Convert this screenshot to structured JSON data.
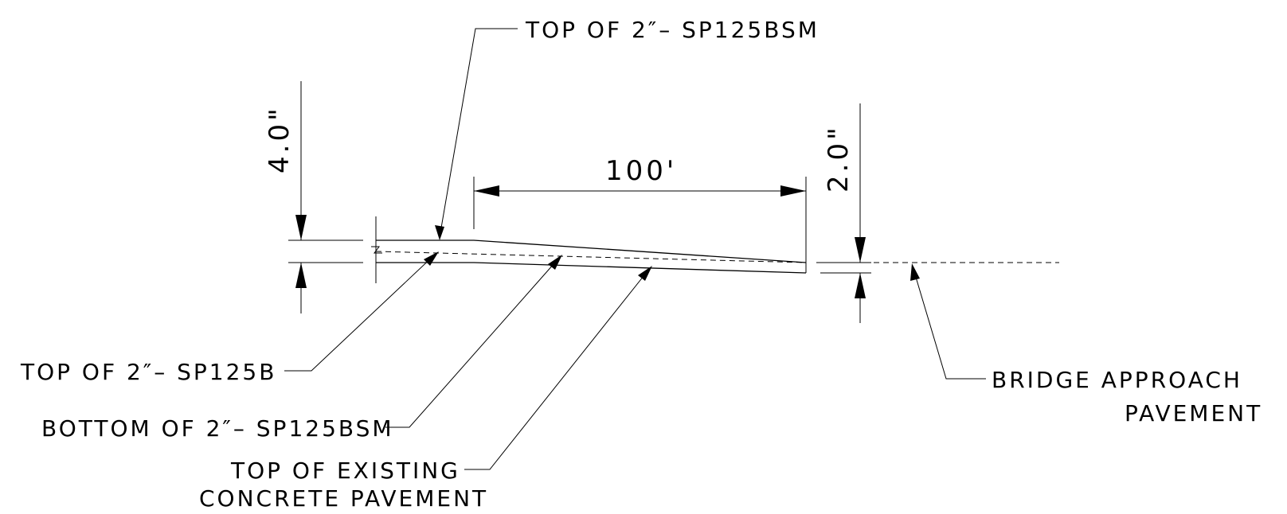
{
  "labels": {
    "top_sp125bsm": "TOP OF 2″– SP125BSM",
    "top_sp125b": "TOP OF 2″– SP125B",
    "bottom_sp125bsm": "BOTTOM OF 2″– SP125BSM",
    "existing_line1": "TOP OF EXISTING",
    "existing_line2": "CONCRETE PAVEMENT",
    "bridge_line1": "BRIDGE APPROACH",
    "bridge_line2": "PAVEMENT"
  },
  "dimensions": {
    "left_height": "4.0\"",
    "right_height": "2.0\"",
    "taper_length": "100'"
  }
}
